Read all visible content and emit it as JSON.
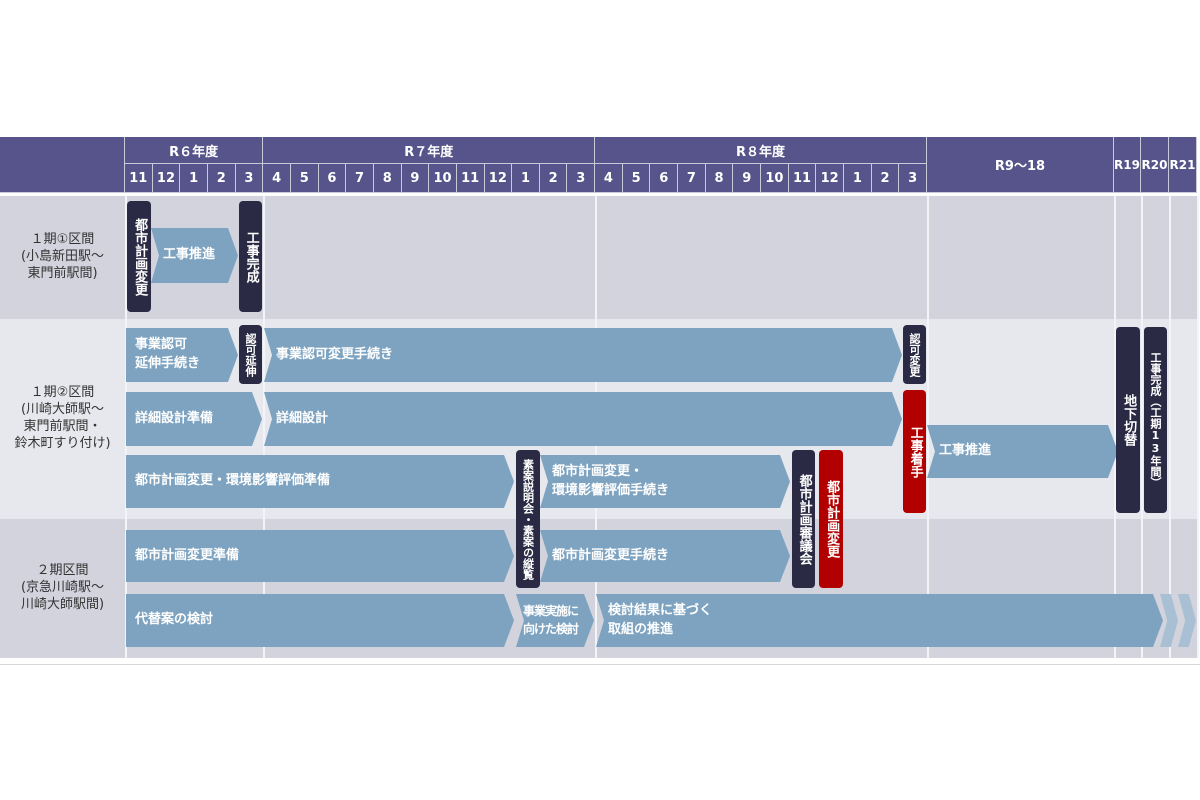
{
  "header": {
    "fiscal_years": [
      "R６年度",
      "R７年度",
      "R８年度"
    ],
    "months": [
      "11",
      "12",
      "1",
      "2",
      "3",
      "4",
      "5",
      "6",
      "7",
      "8",
      "9",
      "10",
      "11",
      "12",
      "1",
      "2",
      "3",
      "4",
      "5",
      "6",
      "7",
      "8",
      "9",
      "10",
      "11",
      "12",
      "1",
      "2",
      "3"
    ],
    "later_years": [
      "R9～18",
      "R19",
      "R20",
      "R21"
    ]
  },
  "sections": [
    {
      "label": "１期①区間\n(小島新田駅～\n東門前駅間)"
    },
    {
      "label": "１期②区間\n(川崎大師駅～\n東門前駅間・\n鈴木町すり付け)"
    },
    {
      "label": "２期区間\n(京急川崎駅～\n川崎大師駅間)"
    }
  ],
  "bars": [
    {
      "label": "都市計画変更",
      "kind": "milestone"
    },
    {
      "label": "工事推進",
      "kind": "task"
    },
    {
      "label": "工事完成",
      "kind": "milestone"
    },
    {
      "label": "事業認可\n延伸手続き",
      "kind": "task"
    },
    {
      "label": "認可延伸",
      "kind": "milestone"
    },
    {
      "label": "事業認可変更手続き",
      "kind": "task"
    },
    {
      "label": "認可変更",
      "kind": "milestone"
    },
    {
      "label": "詳細設計準備",
      "kind": "task"
    },
    {
      "label": "詳細設計",
      "kind": "task"
    },
    {
      "label": "工事着手",
      "kind": "milestone-red"
    },
    {
      "label": "工事推進",
      "kind": "task"
    },
    {
      "label": "地下切替",
      "kind": "milestone"
    },
    {
      "label": "工事完成（工期13年間）",
      "kind": "milestone"
    },
    {
      "label": "都市計画変更・環境影響評価準備",
      "kind": "task"
    },
    {
      "label": "素案説明会・素案の縦覧",
      "kind": "milestone"
    },
    {
      "label": "都市計画変更・\n環境影響評価手続き",
      "kind": "task"
    },
    {
      "label": "都市計画審議会",
      "kind": "milestone"
    },
    {
      "label": "都市計画変更",
      "kind": "milestone-red"
    },
    {
      "label": "都市計画変更準備",
      "kind": "task"
    },
    {
      "label": "都市計画変更手続き",
      "kind": "task"
    },
    {
      "label": "代替案の検討",
      "kind": "task"
    },
    {
      "label": "事業実施に\n向けた検討",
      "kind": "task"
    },
    {
      "label": "検討結果に基づく\n取組の推進",
      "kind": "task"
    }
  ],
  "colors": {
    "header": "#56548a",
    "task": "#7ea3c0",
    "milestone": "#2b2a45",
    "milestone_red": "#b20000"
  }
}
